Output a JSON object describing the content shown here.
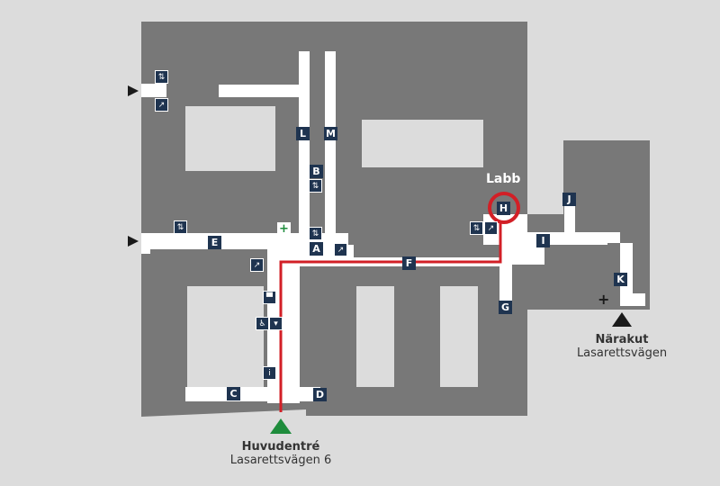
{
  "colors": {
    "background": "#dcdcdc",
    "building": "#787878",
    "corridor": "#ffffff",
    "room": "#dcdcdc",
    "route": "#d21f26",
    "label_bg": "#1f3450",
    "entrance_main": "#1e8c3c",
    "entrance_other": "#1a1a1a"
  },
  "labb": "Labb",
  "corridors": {
    "c": "C",
    "d": "D",
    "e": "E",
    "f": "F",
    "g": "G",
    "h": "H",
    "i": "I",
    "j": "J",
    "k": "K",
    "l": "L",
    "m": "M",
    "a": "A",
    "b": "B"
  },
  "icons": {
    "elevator": "elevator-icon",
    "escalator": "escalator-icon",
    "info": "info-icon",
    "reception": "reception-icon",
    "wheelchair": "wheelchair-icon",
    "first_aid": "first-aid-icon",
    "emergency_cross": "emergency-cross-icon"
  },
  "info_glyph": "i",
  "cross_glyph": "+",
  "main_entrance": {
    "title": "Huvudentré",
    "subtitle": "Lasarettsvägen 6"
  },
  "emergency_entrance": {
    "title": "Närakut",
    "subtitle": "Lasarettsvägen"
  }
}
